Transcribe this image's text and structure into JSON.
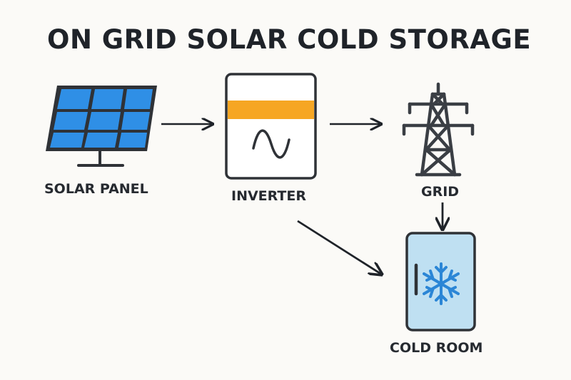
{
  "title": "ON GRID SOLAR COLD STORAGE",
  "nodes": {
    "solar_panel": "SOLAR PANEL",
    "inverter": "INVERTER",
    "grid": "GRID",
    "cold_room": "COLD ROOM"
  },
  "connections": [
    {
      "from": "solar_panel",
      "to": "inverter"
    },
    {
      "from": "inverter",
      "to": "grid"
    },
    {
      "from": "grid",
      "to": "cold_room"
    },
    {
      "from": "inverter",
      "to": "cold_room"
    }
  ],
  "icons": {
    "solar_panel": "solar-panel-icon",
    "inverter": "inverter-icon",
    "grid": "transmission-tower-icon",
    "cold_room": "snowflake-icon"
  },
  "colors": {
    "panel_blue": "#2f8fe6",
    "inverter_stripe": "#f6a623",
    "cold_room_fill": "#bfe0f2",
    "snowflake": "#2b86d6",
    "outline": "#2f3237"
  }
}
